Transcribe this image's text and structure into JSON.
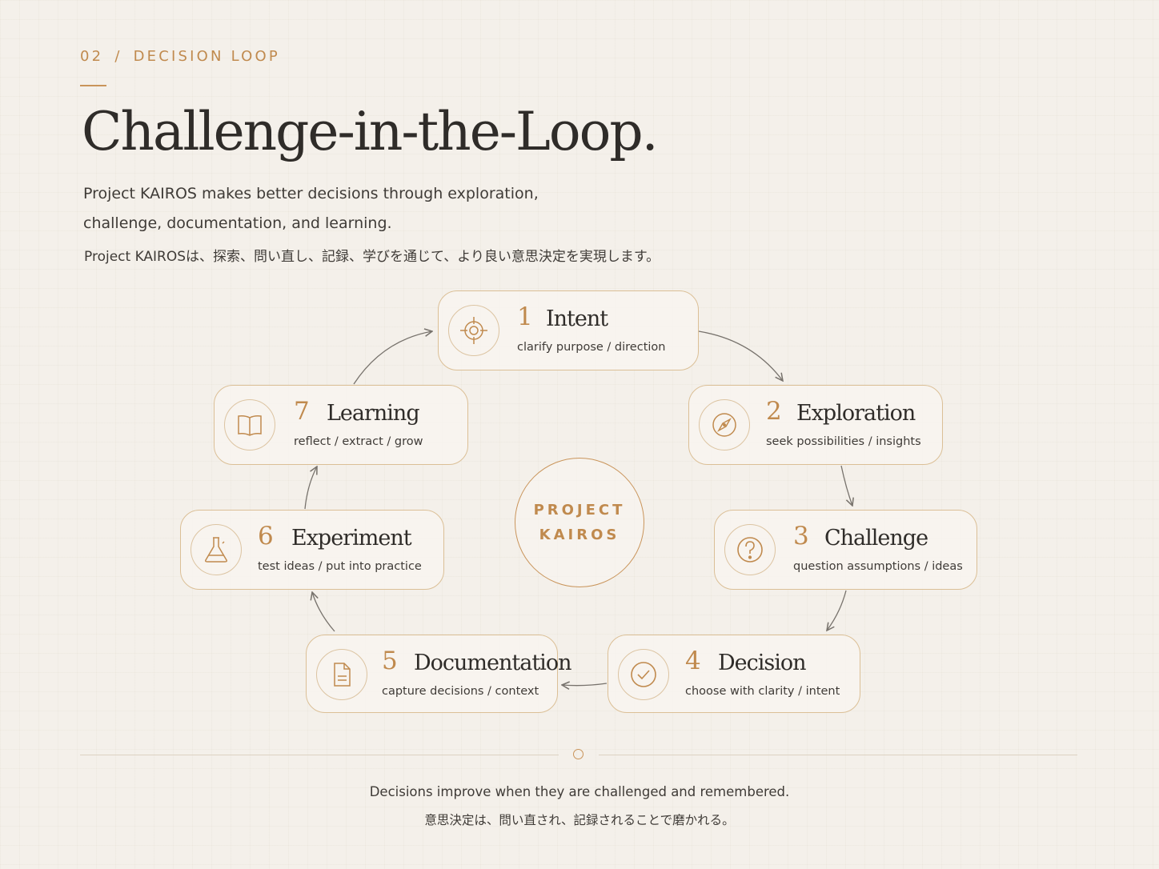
{
  "header": {
    "section_number": "02",
    "separator": "/",
    "section_title": "DECISION LOOP",
    "title": "Challenge-in-the-Loop.",
    "description_en": "Project KAIROS makes better decisions through exploration, challenge, documentation, and learning.",
    "description_ja": "Project KAIROSは、探索、問い直し、記録、学びを通じて、より良い意思決定を実現します。"
  },
  "center": {
    "line1": "PROJECT",
    "line2": "KAIROS"
  },
  "steps": [
    {
      "number": "1",
      "label": "Intent",
      "sub": "clarify purpose / direction",
      "icon": "target-icon"
    },
    {
      "number": "2",
      "label": "Exploration",
      "sub": "seek possibilities / insights",
      "icon": "compass-icon"
    },
    {
      "number": "3",
      "label": "Challenge",
      "sub": "question assumptions / ideas",
      "icon": "question-icon"
    },
    {
      "number": "4",
      "label": "Decision",
      "sub": "choose with clarity / intent",
      "icon": "check-circle-icon"
    },
    {
      "number": "5",
      "label": "Documentation",
      "sub": "capture decisions / context",
      "icon": "document-icon"
    },
    {
      "number": "6",
      "label": "Experiment",
      "sub": "test ideas / put into practice",
      "icon": "flask-icon"
    },
    {
      "number": "7",
      "label": "Learning",
      "sub": "reflect / extract / grow",
      "icon": "book-icon"
    }
  ],
  "footer": {
    "text_en": "Decisions improve when they are challenged and remembered.",
    "text_ja": "意思決定は、問い直され、記録されることで磨かれる。"
  },
  "colors": {
    "accent": "#c08a4e",
    "card_border": "#dbbf96",
    "background": "#f4f0ea",
    "text": "#2f2c29",
    "arrow": "#77726c"
  }
}
